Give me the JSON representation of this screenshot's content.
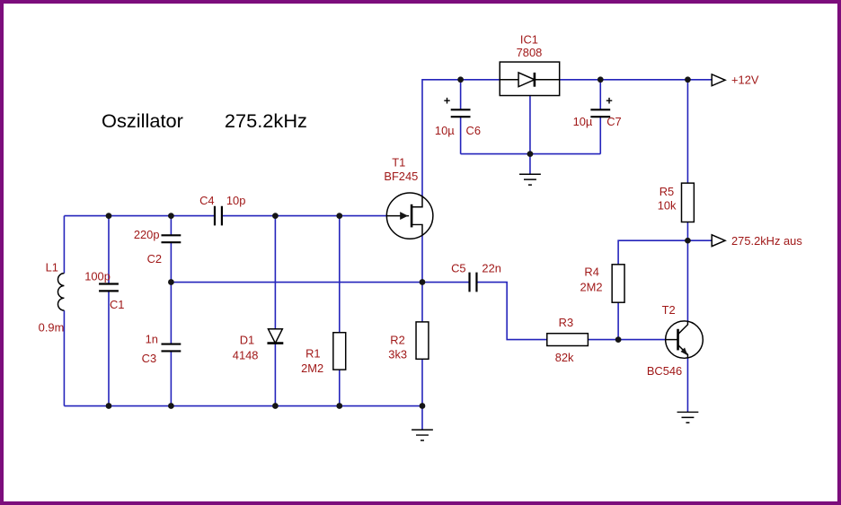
{
  "title": {
    "word": "Oszillator",
    "freq": "275.2kHz"
  },
  "colors": {
    "wire": "#2323bb",
    "label": "#a01818",
    "symbol": "#000000",
    "border": "#7c0d7c",
    "background": "#ffffff"
  },
  "ports": {
    "supply_label": "+12V",
    "output_label": "275.2kHz aus"
  },
  "components": {
    "l1": {
      "ref": "L1",
      "value": "0.9m"
    },
    "c1": {
      "ref": "C1",
      "value": "100p"
    },
    "c2": {
      "ref": "C2",
      "value": "220p"
    },
    "c3": {
      "ref": "C3",
      "value": "1n"
    },
    "c4": {
      "ref": "C4",
      "value": "10p"
    },
    "c5": {
      "ref": "C5",
      "value": "22n"
    },
    "c6": {
      "ref": "C6",
      "value": "10µ",
      "polarity": "+"
    },
    "c7": {
      "ref": "C7",
      "value": "10µ",
      "polarity": "+"
    },
    "d1": {
      "ref": "D1",
      "value": "4148"
    },
    "r1": {
      "ref": "R1",
      "value": "2M2"
    },
    "r2": {
      "ref": "R2",
      "value": "3k3"
    },
    "r3": {
      "ref": "R3",
      "value": "82k"
    },
    "r4": {
      "ref": "R4",
      "value": "2M2"
    },
    "r5": {
      "ref": "R5",
      "value": "10k"
    },
    "t1": {
      "ref": "T1",
      "value": "BF245"
    },
    "t2": {
      "ref": "T2",
      "value": "BC546"
    },
    "ic1": {
      "ref": "IC1",
      "value": "7808"
    }
  }
}
